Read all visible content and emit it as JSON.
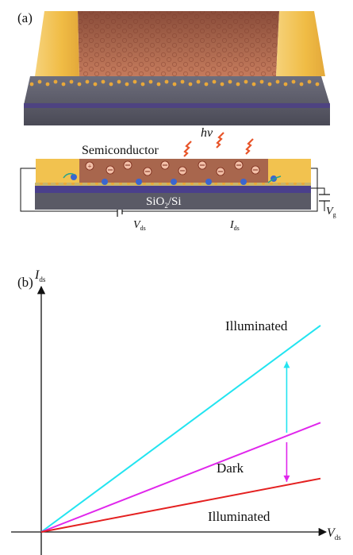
{
  "panel_a": {
    "label": "(a)",
    "hv_label": "hν",
    "semiconductor_label": "Semiconductor",
    "substrate_label": {
      "main": "SiO",
      "sub": "2",
      "tail": "/Si"
    },
    "vg_label": {
      "main": "V",
      "sub": "g"
    },
    "vds_label": {
      "main": "V",
      "sub": "ds"
    },
    "ids_label": {
      "main": "I",
      "sub": "ds"
    },
    "electron_symbol": "⊖",
    "hole_symbol": "+"
  },
  "panel_b": {
    "label": "(b)",
    "y_axis_label": {
      "main": "I",
      "sub": "ds"
    },
    "x_axis_label": {
      "main": "V",
      "sub": "ds"
    },
    "upper_line_label": "Illuminated",
    "middle_line_label": "Dark",
    "lower_line_label": "Illuminated"
  },
  "colors": {
    "electrode": "#f2c24f",
    "semiconductor": "#9a5b44",
    "substrate": "#5b5b67",
    "oxide": "#4a3f8c",
    "illuminated_high": "#22e4f0",
    "dark": "#e026ec",
    "illuminated_low": "#e42020",
    "photon": "#e8552a"
  },
  "chart_data": {
    "type": "line",
    "xlabel": "Vds",
    "ylabel": "Ids",
    "series": [
      {
        "name": "Illuminated",
        "color": "#22e4f0",
        "x": [
          0,
          1
        ],
        "y": [
          0,
          0.85
        ]
      },
      {
        "name": "Dark",
        "color": "#e026ec",
        "x": [
          0,
          1
        ],
        "y": [
          0,
          0.45
        ]
      },
      {
        "name": "Illuminated",
        "color": "#e42020",
        "x": [
          0,
          1
        ],
        "y": [
          0,
          0.22
        ]
      }
    ],
    "annotations": [
      {
        "type": "arrow",
        "from_line": "Dark",
        "to_line": "Illuminated (upper)",
        "color": "#22e4f0"
      },
      {
        "type": "arrow",
        "from_line": "Dark",
        "to_line": "Illuminated (lower)",
        "color": "#e026ec"
      }
    ],
    "grid": false
  }
}
